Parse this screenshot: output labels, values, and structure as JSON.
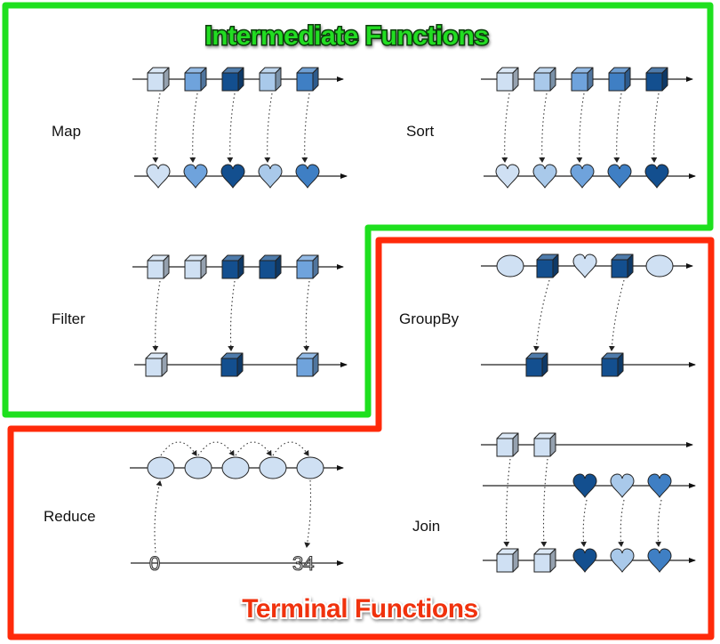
{
  "titles": {
    "intermediate": "Intermediate Functions",
    "terminal": "Terminal Functions"
  },
  "colors": {
    "intermediate_frame": "#1ee01e",
    "terminal_frame": "#ff2a0a",
    "shade_1": "#cfe0f3",
    "shade_2": "#a9c9ea",
    "shade_3": "#6fa3dc",
    "shade_4": "#3f7fc4",
    "shade_5": "#134f8f",
    "line": "#222222"
  },
  "operations": [
    {
      "name": "Map",
      "group": "intermediate",
      "input": [
        {
          "shape": "cube",
          "shade": "shade_1"
        },
        {
          "shape": "cube",
          "shade": "shade_3"
        },
        {
          "shape": "cube",
          "shade": "shade_5"
        },
        {
          "shape": "cube",
          "shade": "shade_2"
        },
        {
          "shape": "cube",
          "shade": "shade_4"
        }
      ],
      "output": [
        {
          "shape": "heart",
          "shade": "shade_1"
        },
        {
          "shape": "heart",
          "shade": "shade_3"
        },
        {
          "shape": "heart",
          "shade": "shade_5"
        },
        {
          "shape": "heart",
          "shade": "shade_2"
        },
        {
          "shape": "heart",
          "shade": "shade_4"
        }
      ]
    },
    {
      "name": "Sort",
      "group": "intermediate",
      "input": [
        {
          "shape": "cube",
          "shade": "shade_1"
        },
        {
          "shape": "cube",
          "shade": "shade_2"
        },
        {
          "shape": "cube",
          "shade": "shade_3"
        },
        {
          "shape": "cube",
          "shade": "shade_4"
        },
        {
          "shape": "cube",
          "shade": "shade_5"
        }
      ],
      "output": [
        {
          "shape": "heart",
          "shade": "shade_1"
        },
        {
          "shape": "heart",
          "shade": "shade_2"
        },
        {
          "shape": "heart",
          "shade": "shade_3"
        },
        {
          "shape": "heart",
          "shade": "shade_4"
        },
        {
          "shape": "heart",
          "shade": "shade_5"
        }
      ]
    },
    {
      "name": "Filter",
      "group": "intermediate",
      "input": [
        {
          "shape": "cube",
          "shade": "shade_1"
        },
        {
          "shape": "cube",
          "shade": "shade_1"
        },
        {
          "shape": "cube",
          "shade": "shade_5"
        },
        {
          "shape": "cube",
          "shade": "shade_5"
        },
        {
          "shape": "cube",
          "shade": "shade_3"
        }
      ],
      "output": [
        {
          "shape": "cube",
          "shade": "shade_1"
        },
        {
          "shape": "cube",
          "shade": "shade_5"
        },
        {
          "shape": "cube",
          "shade": "shade_3"
        }
      ]
    },
    {
      "name": "GroupBy",
      "group": "terminal",
      "input": [
        {
          "shape": "ellipse",
          "shade": "shade_1"
        },
        {
          "shape": "cube",
          "shade": "shade_5"
        },
        {
          "shape": "heart",
          "shade": "shade_1"
        },
        {
          "shape": "cube",
          "shade": "shade_5"
        },
        {
          "shape": "ellipse",
          "shade": "shade_1"
        }
      ],
      "output": [
        {
          "shape": "cube",
          "shade": "shade_5"
        },
        {
          "shape": "cube",
          "shade": "shade_5"
        }
      ]
    },
    {
      "name": "Reduce",
      "group": "terminal",
      "input": [
        {
          "shape": "ellipse",
          "shade": "shade_1"
        },
        {
          "shape": "ellipse",
          "shade": "shade_1"
        },
        {
          "shape": "ellipse",
          "shade": "shade_1"
        },
        {
          "shape": "ellipse",
          "shade": "shade_1"
        },
        {
          "shape": "ellipse",
          "shade": "shade_1"
        }
      ],
      "initial_value": "0",
      "result_value": "34"
    },
    {
      "name": "Join",
      "group": "terminal",
      "input_a": [
        {
          "shape": "cube",
          "shade": "shade_1"
        },
        {
          "shape": "cube",
          "shade": "shade_1"
        }
      ],
      "input_b": [
        {
          "shape": "heart",
          "shade": "shade_5"
        },
        {
          "shape": "heart",
          "shade": "shade_2"
        },
        {
          "shape": "heart",
          "shade": "shade_4"
        }
      ],
      "output": [
        {
          "shape": "cube",
          "shade": "shade_1"
        },
        {
          "shape": "cube",
          "shade": "shade_1"
        },
        {
          "shape": "heart",
          "shade": "shade_5"
        },
        {
          "shape": "heart",
          "shade": "shade_2"
        },
        {
          "shape": "heart",
          "shade": "shade_4"
        }
      ]
    }
  ]
}
